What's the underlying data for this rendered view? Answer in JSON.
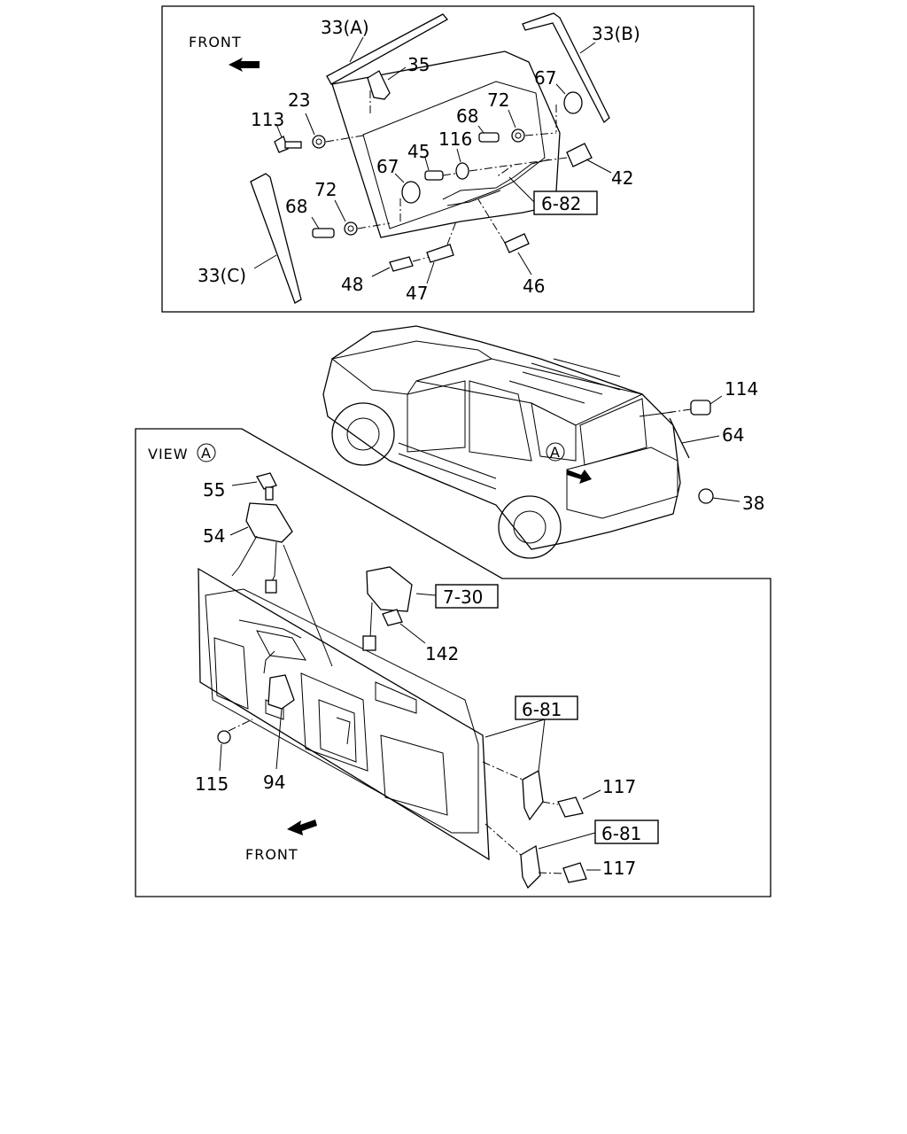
{
  "labels": {
    "front_top": "FRONT",
    "front_bottom": "FRONT",
    "view_a": "VIEW",
    "circle_a": "A",
    "p33a": "33(A)",
    "p33b": "33(B)",
    "p33c": "33(C)",
    "p35": "35",
    "p23": "23",
    "p113": "113",
    "p67a": "67",
    "p67b": "67",
    "p72a": "72",
    "p72b": "72",
    "p68a": "68",
    "p68b": "68",
    "p45": "45",
    "p116": "116",
    "p42": "42",
    "p48": "48",
    "p47": "47",
    "p46": "46",
    "p114": "114",
    "p64": "64",
    "p38": "38",
    "p55": "55",
    "p54": "54",
    "p142": "142",
    "p115": "115",
    "p94": "94",
    "p117a": "117",
    "p117b": "117"
  },
  "refs": {
    "r682": "6-82",
    "r730": "7-30",
    "r681a": "6-81",
    "r681b": "6-81"
  }
}
